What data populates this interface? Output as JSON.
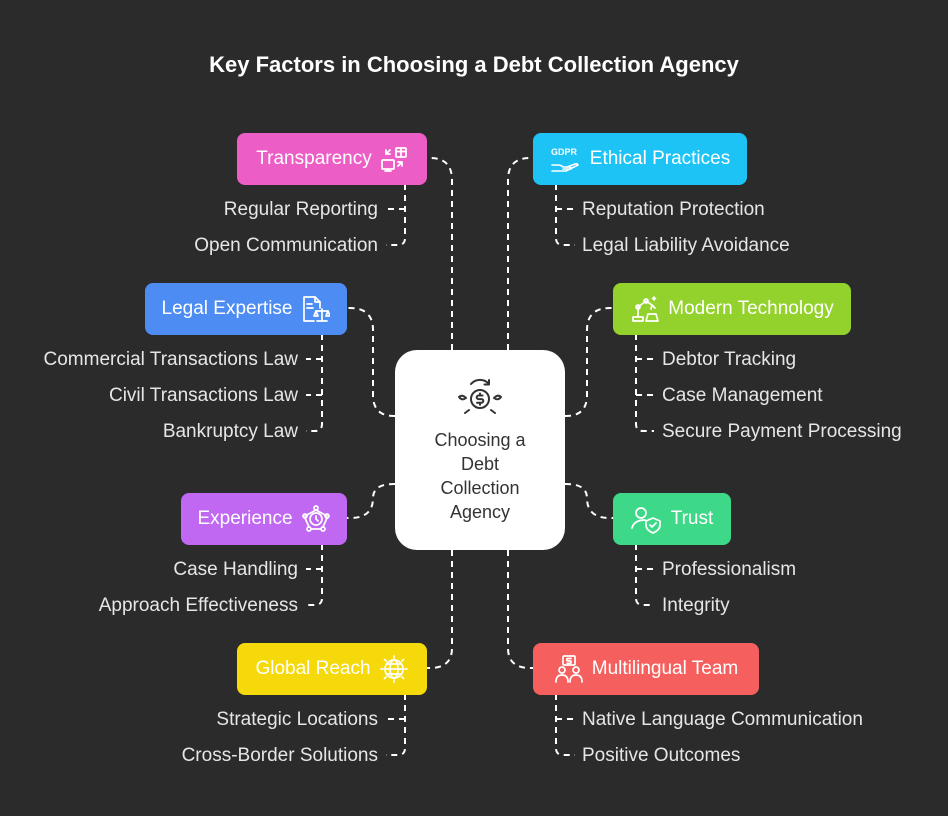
{
  "title": "Key Factors in Choosing a Debt Collection Agency",
  "center": {
    "label": "Choosing a Debt Collection Agency",
    "icon": "money-cycle-icon"
  },
  "colors": {
    "background": "#2b2b2b",
    "transparency": "#ec5ec6",
    "ethical": "#1ec3f5",
    "legal": "#4d8df3",
    "technology": "#93d12c",
    "experience": "#c068f2",
    "trust": "#3ed889",
    "global": "#f5d90a",
    "multilingual": "#f5605e"
  },
  "factors": {
    "transparency": {
      "label": "Transparency",
      "icon": "data-transfer-icon",
      "items": [
        "Regular Reporting",
        "Open Communication"
      ]
    },
    "ethical": {
      "label": "Ethical Practices",
      "icon": "gdpr-hand-icon",
      "items": [
        "Reputation Protection",
        "Legal Liability Avoidance"
      ]
    },
    "legal": {
      "label": "Legal Expertise",
      "icon": "legal-document-scale-icon",
      "items": [
        "Commercial Transactions Law",
        "Civil Transactions Law",
        "Bankruptcy Law"
      ]
    },
    "technology": {
      "label": "Modern Technology",
      "icon": "robot-arm-icon",
      "items": [
        "Debtor Tracking",
        "Case Management",
        "Secure Payment Processing"
      ]
    },
    "experience": {
      "label": "Experience",
      "icon": "network-badge-icon",
      "items": [
        "Case Handling",
        "Approach Effectiveness"
      ]
    },
    "trust": {
      "label": "Trust",
      "icon": "user-check-icon",
      "items": [
        "Professionalism",
        "Integrity"
      ]
    },
    "global": {
      "label": "Global Reach",
      "icon": "globe-icon",
      "items": [
        "Strategic Locations",
        "Cross-Border Solutions"
      ]
    },
    "multilingual": {
      "label": "Multilingual Team",
      "icon": "team-money-icon",
      "items": [
        "Native Language Communication",
        "Positive Outcomes"
      ]
    }
  }
}
